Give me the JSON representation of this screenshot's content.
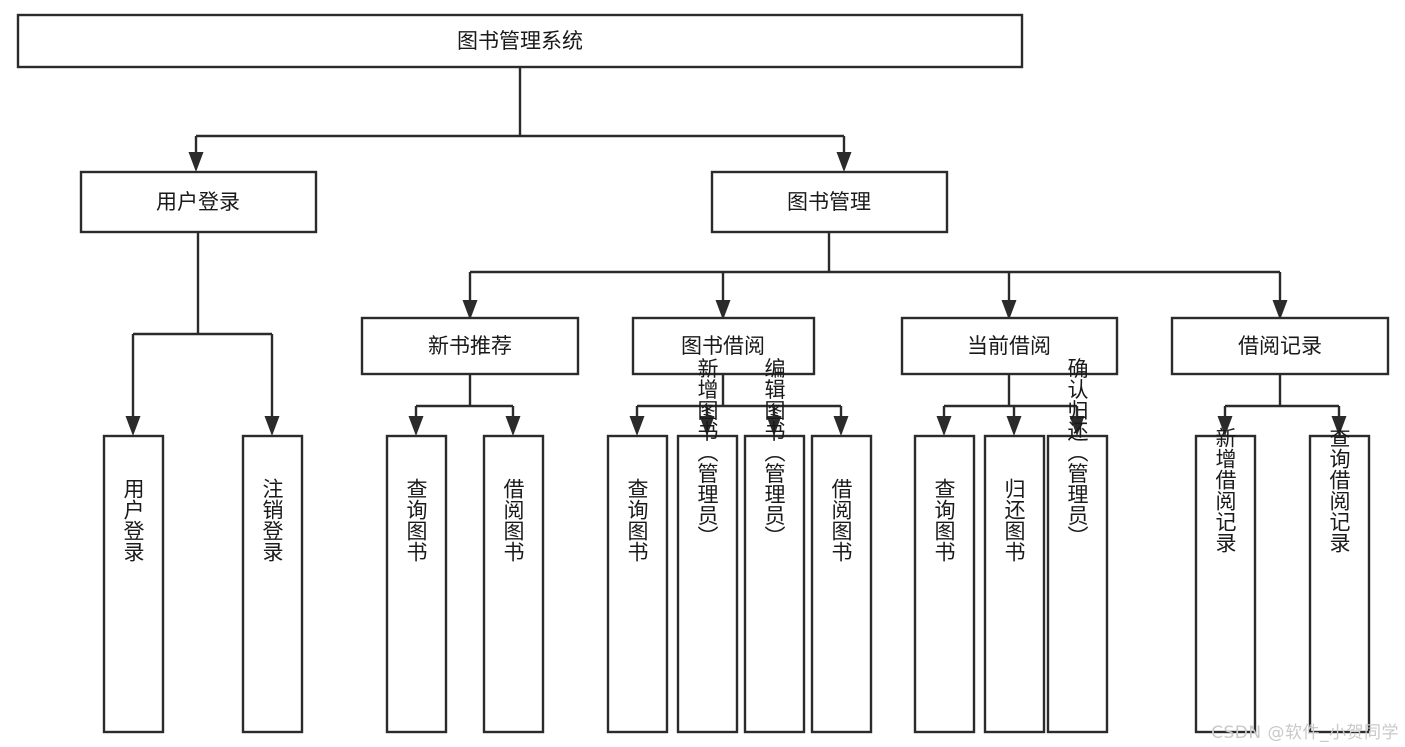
{
  "diagram": {
    "type": "tree",
    "title": "图书管理系统",
    "orientation": "top-down",
    "watermark": "CSDN @软件_小贺同学",
    "colors": {
      "box_stroke": "#2b2b2b",
      "box_fill": "#ffffff",
      "connector": "#2b2b2b",
      "text": "#1a1a1a",
      "background": "#ffffff",
      "watermark": "#c9c9c9"
    },
    "root": {
      "label": "图书管理系统"
    },
    "level2": [
      {
        "label": "用户登录"
      },
      {
        "label": "图书管理"
      }
    ],
    "level3": [
      {
        "label": "新书推荐"
      },
      {
        "label": "图书借阅"
      },
      {
        "label": "当前借阅"
      },
      {
        "label": "借阅记录"
      }
    ],
    "leaves": {
      "user_login": [
        {
          "label": "用户登录"
        },
        {
          "label": "注销登录"
        }
      ],
      "new_book": [
        {
          "label": "查询图书"
        },
        {
          "label": "借阅图书"
        }
      ],
      "book_borrow": [
        {
          "label": "查询图书"
        },
        {
          "label": "新增图书（管理员）"
        },
        {
          "label": "编辑图书（管理员）"
        },
        {
          "label": "借阅图书"
        }
      ],
      "current_borrow": [
        {
          "label": "查询图书"
        },
        {
          "label": "归还图书"
        },
        {
          "label": "确认归还（管理员）"
        }
      ],
      "borrow_record": [
        {
          "label": "新增借阅记录"
        },
        {
          "label": "查询借阅记录"
        }
      ]
    }
  }
}
